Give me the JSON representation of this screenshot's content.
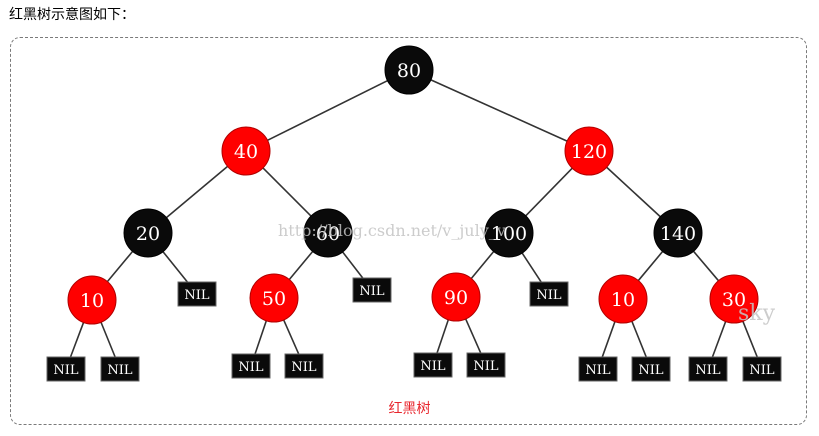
{
  "intro_text": "红黑树示意图如下：",
  "caption": "红黑树",
  "watermark": "http://blog.csdn.net/v_july_v",
  "watermark_sky": "sky",
  "colors": {
    "red": "#ff0000",
    "black": "#0a0a0a",
    "caption": "#e8262d",
    "edge": "#333333"
  },
  "nil_label": "NIL",
  "tree": {
    "label": "80",
    "color": "black",
    "children": [
      {
        "label": "40",
        "color": "red",
        "children": [
          {
            "label": "20",
            "color": "black",
            "children": [
              {
                "label": "10",
                "color": "red",
                "children": [
                  {
                    "nil": true
                  },
                  {
                    "nil": true
                  }
                ]
              },
              {
                "nil": true
              }
            ]
          },
          {
            "label": "60",
            "color": "black",
            "children": [
              {
                "label": "50",
                "color": "red",
                "children": [
                  {
                    "nil": true
                  },
                  {
                    "nil": true
                  }
                ]
              },
              {
                "nil": true
              }
            ]
          }
        ]
      },
      {
        "label": "120",
        "color": "red",
        "children": [
          {
            "label": "100",
            "color": "black",
            "children": [
              {
                "label": "90",
                "color": "red",
                "children": [
                  {
                    "nil": true
                  },
                  {
                    "nil": true
                  }
                ]
              },
              {
                "nil": true
              }
            ]
          },
          {
            "label": "140",
            "color": "black",
            "children": [
              {
                "label": "10",
                "color": "red",
                "children": [
                  {
                    "nil": true
                  },
                  {
                    "nil": true
                  }
                ]
              },
              {
                "label": "30",
                "color": "red",
                "children": [
                  {
                    "nil": true
                  },
                  {
                    "nil": true
                  }
                ]
              }
            ]
          }
        ]
      }
    ]
  }
}
